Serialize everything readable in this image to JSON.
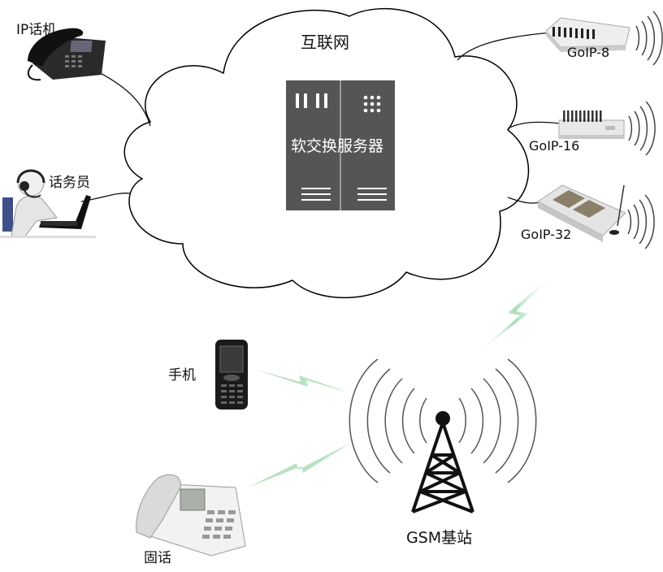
{
  "cloud": {
    "label": "互联网"
  },
  "server": {
    "label": "软交换服务器"
  },
  "devices": {
    "ip_phone": "IP话机",
    "operator": "话务员",
    "goip8": "GoIP-8",
    "goip16": "GoIP-16",
    "goip32": "GoIP-32",
    "mobile": "手机",
    "landline": "固话",
    "gsm_station": "GSM基站"
  },
  "colors": {
    "server_body": "#555555",
    "cloud_stroke": "#000000",
    "wireless_signal": "#b9e4c4",
    "wave": "#444444"
  }
}
